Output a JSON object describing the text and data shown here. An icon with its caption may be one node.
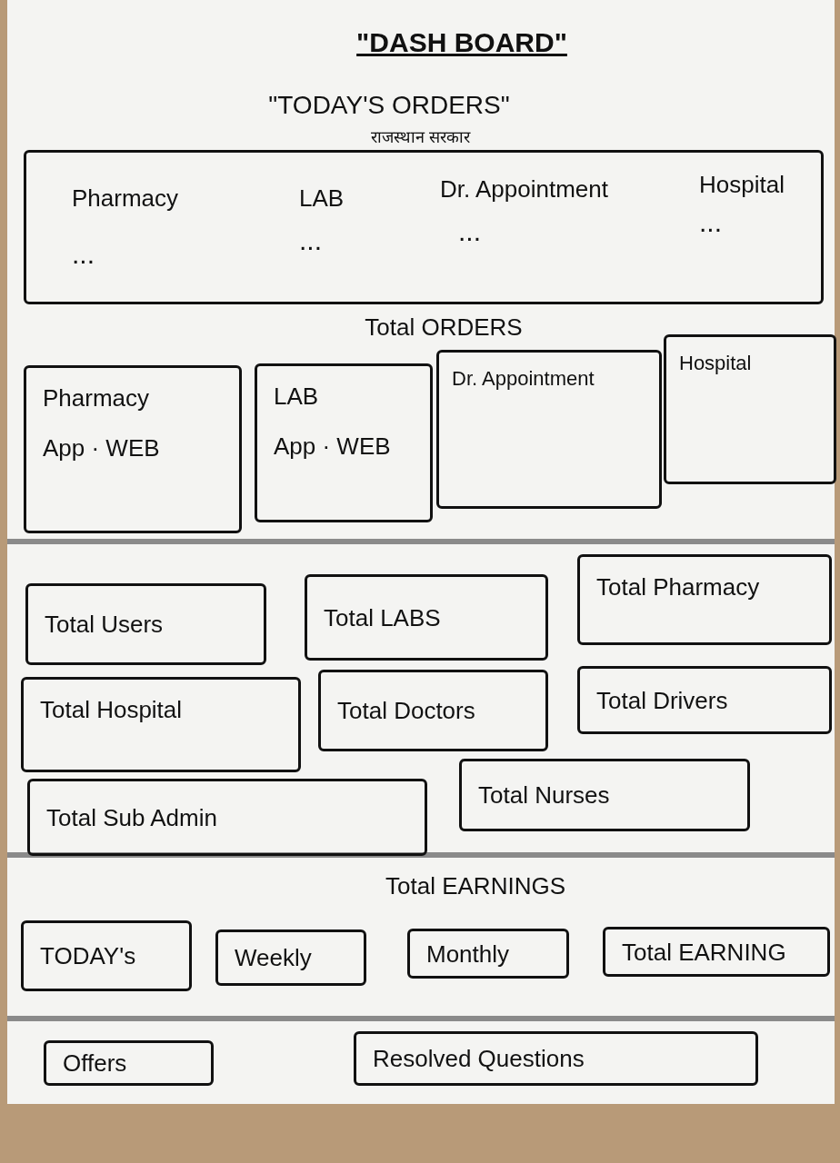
{
  "diagram": {
    "title": "\"DASH BOARD\"",
    "nodes": [
      {
        "text": [
          "Pharmacy",
          "...",
          "LAB",
          "...",
          "Dr. Appointment",
          "...",
          "Hospital",
          "..."
        ]
      },
      {
        "text": [
          "Pharmacy",
          "App · WEB"
        ]
      },
      {
        "text": [
          "LAB",
          "App · WEB"
        ]
      },
      {
        "text": [
          "Dr. Appointment"
        ]
      },
      {
        "text": [
          "Hospital"
        ]
      },
      {
        "text": [
          "Total Users"
        ]
      },
      {
        "text": [
          "Total LABS"
        ]
      },
      {
        "text": [
          "Total Pharmacy"
        ]
      },
      {
        "text": [
          "Total Hospital"
        ]
      },
      {
        "text": [
          "Total Doctors"
        ]
      },
      {
        "text": [
          "Total Drivers"
        ]
      },
      {
        "text": [
          "Total Sub Admin"
        ]
      },
      {
        "text": [
          "Total Nurses"
        ]
      },
      {
        "text": [
          "TODAY's"
        ]
      },
      {
        "text": [
          "Weekly"
        ]
      },
      {
        "text": [
          "Monthly"
        ]
      },
      {
        "text": [
          "Total EARNING"
        ]
      },
      {
        "text": [
          "Offers"
        ]
      },
      {
        "text": [
          "Resolved Questions"
        ]
      }
    ],
    "edges": [],
    "labels": [
      "\"TODAY'S ORDERS\"",
      "राजस्थान सरकार",
      "Total ORDERS",
      "Total EARNINGS"
    ]
  }
}
